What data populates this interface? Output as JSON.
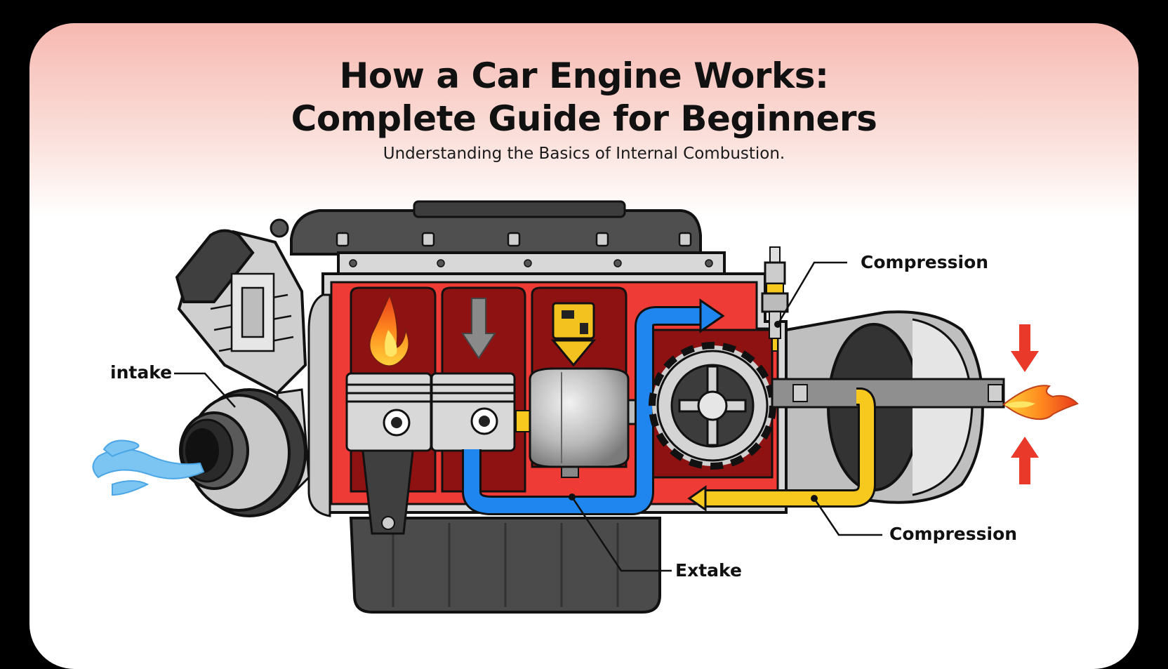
{
  "header": {
    "title_line1": "How a Car Engine Works:",
    "title_line2": "Complete Guide for Beginners",
    "subtitle": "Understanding the Basics of Internal Combustion."
  },
  "labels": {
    "intake": "intake",
    "compression_top": "Compression",
    "compression_bottom": "Compression",
    "extake": "Extake"
  },
  "colors": {
    "background": "#000000",
    "header_gradient": "#f6b9b1",
    "engine_red": "#ef3b36",
    "chamber_dark_red": "#8e1212",
    "flow_blue": "#1f86f0",
    "flow_yellow": "#f7c81e",
    "air_light_blue": "#7cc4f2",
    "engine_grey": "#4a4a4a"
  }
}
